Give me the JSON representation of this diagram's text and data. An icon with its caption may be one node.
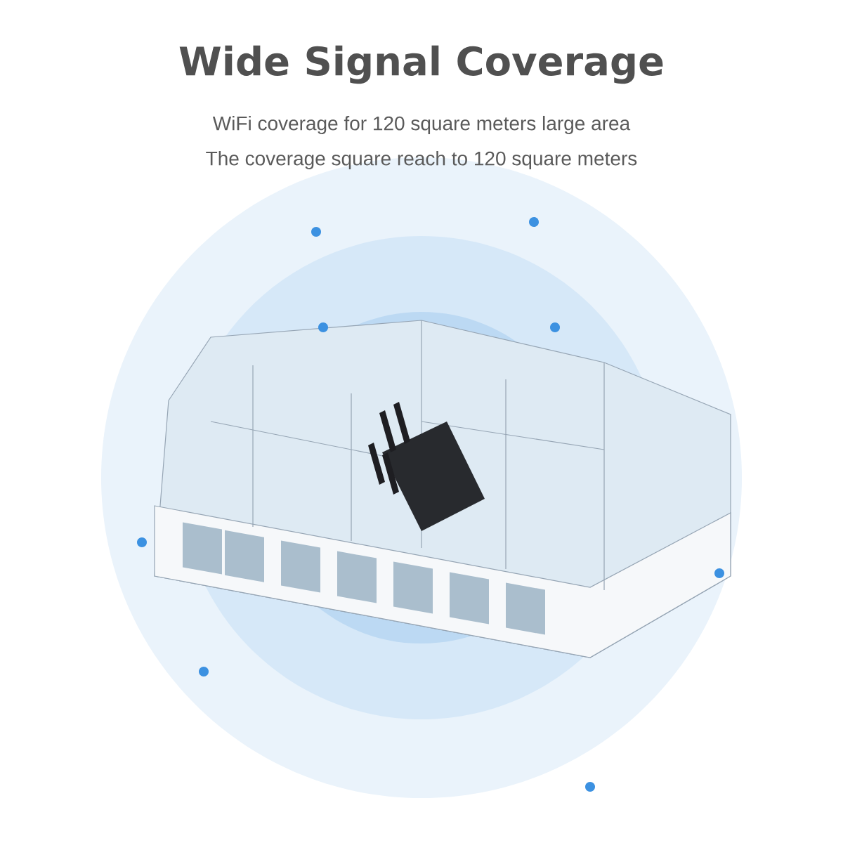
{
  "diagram": {
    "title": "Wide Signal Coverage",
    "labels": [
      "WiFi coverage for 120 square meters large area",
      "The coverage square reach to 120 square meters"
    ]
  }
}
